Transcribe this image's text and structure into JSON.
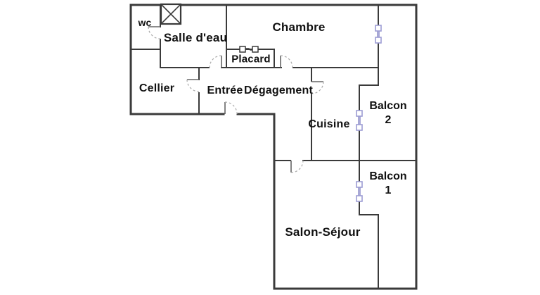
{
  "plan": {
    "type": "apartment-floor-plan",
    "labels": {
      "wc": "wc",
      "salle_deau": "Salle d'eau",
      "chambre": "Chambre",
      "placard": "Placard",
      "cellier": "Cellier",
      "entree": "Entrée",
      "degagement": "Dégagement",
      "cuisine": "Cuisine",
      "balcon2_line1": "Balcon",
      "balcon2_line2": "2",
      "balcon1_line1": "Balcon",
      "balcon1_line2": "1",
      "salon": "Salon-Séjour"
    },
    "colors": {
      "wall": "#3a3a3a",
      "door_leaf": "#666666",
      "door_arc": "#aaaaaa",
      "window_accent": "#9c9cd4",
      "window_fill": "#ffffff",
      "background": "#ffffff",
      "text": "#111111"
    },
    "symbols": [
      "x-shaft-box",
      "sliding-door",
      "window",
      "door-swing-arc"
    ]
  }
}
